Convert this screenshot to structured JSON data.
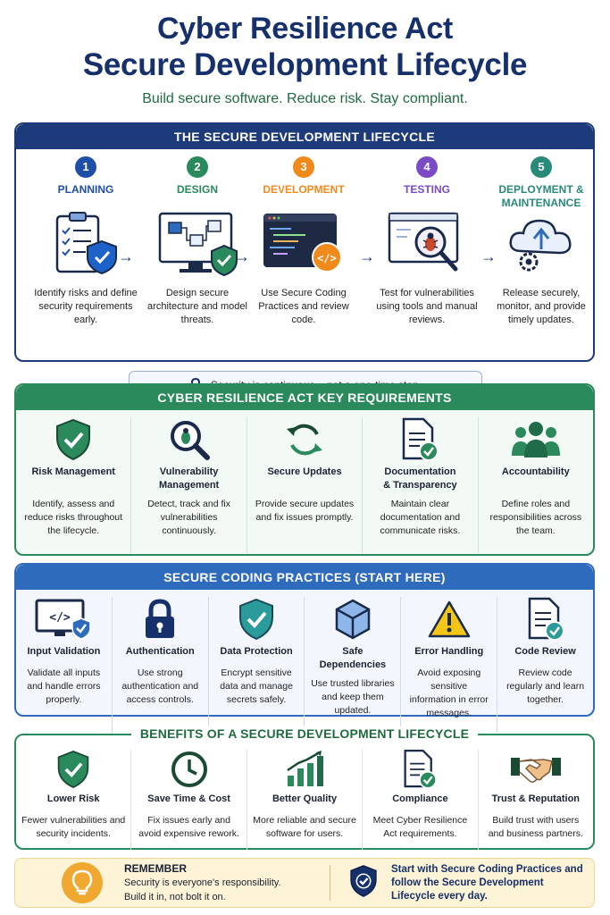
{
  "header": {
    "title_line1": "Cyber Resilience Act",
    "title_line2": "Secure Development Lifecycle",
    "subtitle": "Build secure software. Reduce risk. Stay compliant."
  },
  "lifecycle": {
    "heading": "THE SECURE DEVELOPMENT LIFECYCLE",
    "steps": [
      {
        "number": "1",
        "label": "PLANNING",
        "color": "#1d4fa8",
        "icon": "clipboard-shield-icon",
        "description": "Identify risks and define security requirements early."
      },
      {
        "number": "2",
        "label": "DESIGN",
        "color": "#2a8a5c",
        "icon": "monitor-diagram-icon",
        "description": "Design secure architecture and model threats."
      },
      {
        "number": "3",
        "label": "DEVELOPMENT",
        "color": "#ef8a1b",
        "icon": "code-editor-icon",
        "description": "Use Secure Coding Practices and review code."
      },
      {
        "number": "4",
        "label": "TESTING",
        "color": "#7a4bc4",
        "icon": "bug-magnifier-icon",
        "description": "Test for vulnerabilities using tools and manual reviews."
      },
      {
        "number": "5",
        "label_line1": "DEPLOYMENT &",
        "label_line2": "MAINTENANCE",
        "color": "#2a8a7a",
        "icon": "cloud-gear-icon",
        "description": "Release securely, monitor, and provide timely updates."
      }
    ],
    "notice": "Security is continuous – not a one-time step."
  },
  "cra": {
    "heading": "CYBER RESILIENCE ACT KEY REQUIREMENTS",
    "items": [
      {
        "title": "Risk Management",
        "description": "Identify, assess and reduce risks throughout the lifecycle.",
        "icon": "shield-check-icon"
      },
      {
        "title_line1": "Vulnerability",
        "title_line2": "Management",
        "description": "Detect, track and fix vulnerabilities continuously.",
        "icon": "bug-magnifier-icon"
      },
      {
        "title": "Secure Updates",
        "description": "Provide secure updates and fix issues promptly.",
        "icon": "refresh-icon"
      },
      {
        "title_line1": "Documentation",
        "title_line2": "& Transparency",
        "description": "Maintain clear documentation and communicate risks.",
        "icon": "document-check-icon"
      },
      {
        "title": "Accountability",
        "description": "Define roles and responsibilities across the team.",
        "icon": "team-icon"
      }
    ]
  },
  "coding": {
    "heading": "SECURE CODING PRACTICES (START HERE)",
    "items": [
      {
        "title": "Input Validation",
        "description": "Validate all inputs and handle errors properly.",
        "icon": "monitor-code-icon"
      },
      {
        "title": "Authentication",
        "description": "Use strong authentication and access controls.",
        "icon": "lock-icon"
      },
      {
        "title": "Data Protection",
        "description": "Encrypt sensitive data and manage secrets safely.",
        "icon": "shield-check-icon"
      },
      {
        "title": "Safe Dependencies",
        "description": "Use trusted libraries and keep them updated.",
        "icon": "cube-icon"
      },
      {
        "title": "Error Handling",
        "description": "Avoid exposing sensitive information in error messages.",
        "icon": "warning-icon"
      },
      {
        "title": "Code Review",
        "description": "Review code regularly and learn together.",
        "icon": "document-check-icon"
      }
    ]
  },
  "benefits": {
    "heading": "BENEFITS OF A SECURE DEVELOPMENT LIFECYCLE",
    "items": [
      {
        "title": "Lower Risk",
        "description": "Fewer vulnerabilities and security incidents.",
        "icon": "shield-check-icon"
      },
      {
        "title": "Save Time & Cost",
        "description": "Fix issues early and avoid expensive rework.",
        "icon": "clock-icon"
      },
      {
        "title": "Better Quality",
        "description": "More reliable and secure software for users.",
        "icon": "bar-chart-icon"
      },
      {
        "title": "Compliance",
        "description": "Meet Cyber Resilience Act requirements.",
        "icon": "document-check-icon"
      },
      {
        "title": "Trust & Reputation",
        "description": "Build trust with users and business partners.",
        "icon": "handshake-icon"
      }
    ]
  },
  "footer": {
    "remember_title": "REMEMBER",
    "remember_line1": "Security is everyone's responsibility.",
    "remember_line2": "Build it in, not bolt it on.",
    "right_text": "Start with Secure Coding Practices and follow the Secure Development Lifecycle every day."
  }
}
